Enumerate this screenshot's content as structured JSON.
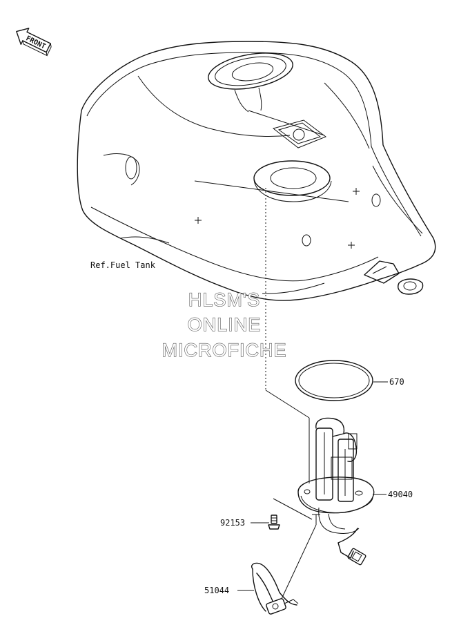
{
  "direction_label": "FRONT",
  "reference_label": "Ref.Fuel Tank",
  "watermark": [
    "HLSM'S",
    "ONLINE",
    "MICROFICHE"
  ],
  "parts": [
    {
      "number": "670",
      "desc": "o-ring"
    },
    {
      "number": "49040",
      "desc": "fuel pump"
    },
    {
      "number": "92153",
      "desc": "bolt"
    },
    {
      "number": "51044",
      "desc": "hose"
    }
  ]
}
